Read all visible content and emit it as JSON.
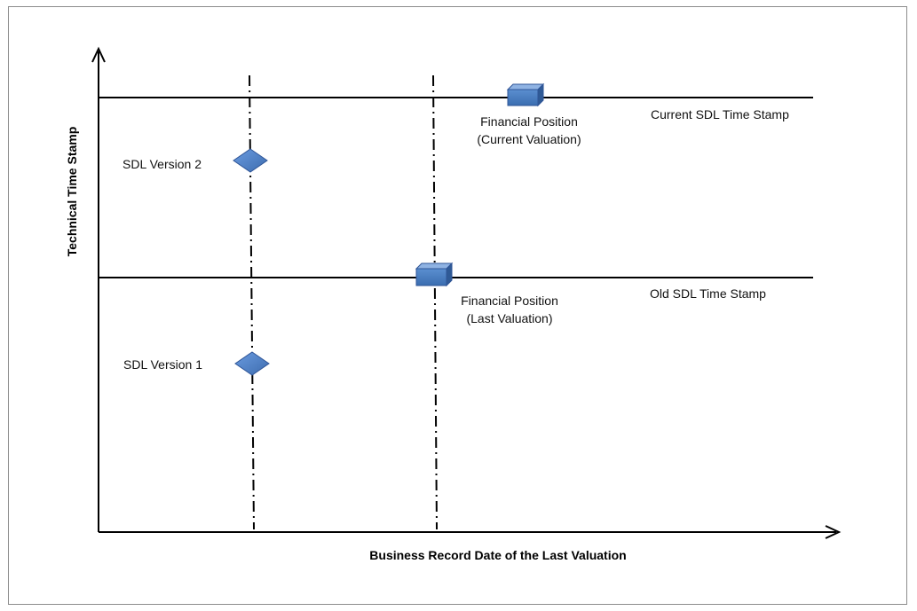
{
  "axes": {
    "x_title": "Business  Record Date of the Last Valuation",
    "y_title": "Technical Time Stamp"
  },
  "timestamps": {
    "current": "Current SDL Time Stamp",
    "old": "Old SDL Time Stamp"
  },
  "versions": {
    "v2": "SDL Version 2",
    "v1": "SDL Version 1"
  },
  "positions": {
    "current_line1": "Financial Position",
    "current_line2": "(Current Valuation)",
    "last_line1": "Financial Position",
    "last_line2": "(Last Valuation)"
  },
  "colors": {
    "marker_fill": "#4f81bd",
    "marker_stroke": "#2f5597",
    "line": "#000000"
  }
}
